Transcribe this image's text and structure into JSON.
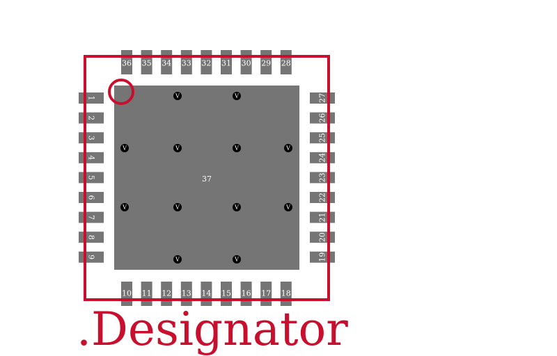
{
  "footprint": {
    "top_pins": [
      "36",
      "35",
      "34",
      "33",
      "32",
      "31",
      "30",
      "29",
      "28"
    ],
    "bottom_pins": [
      "10",
      "11",
      "12",
      "13",
      "14",
      "15",
      "16",
      "17",
      "18"
    ],
    "left_pins": [
      "1",
      "2",
      "3",
      "4",
      "5",
      "6",
      "7",
      "8",
      "9"
    ],
    "right_pins": [
      "27",
      "26",
      "25",
      "24",
      "23",
      "22",
      "21",
      "20",
      "19"
    ],
    "thermal_pad": "37",
    "via_label": "V",
    "designator": ".Designator"
  },
  "colors": {
    "pad": "#757575",
    "outline": "#c8102e",
    "via": "#000000"
  }
}
